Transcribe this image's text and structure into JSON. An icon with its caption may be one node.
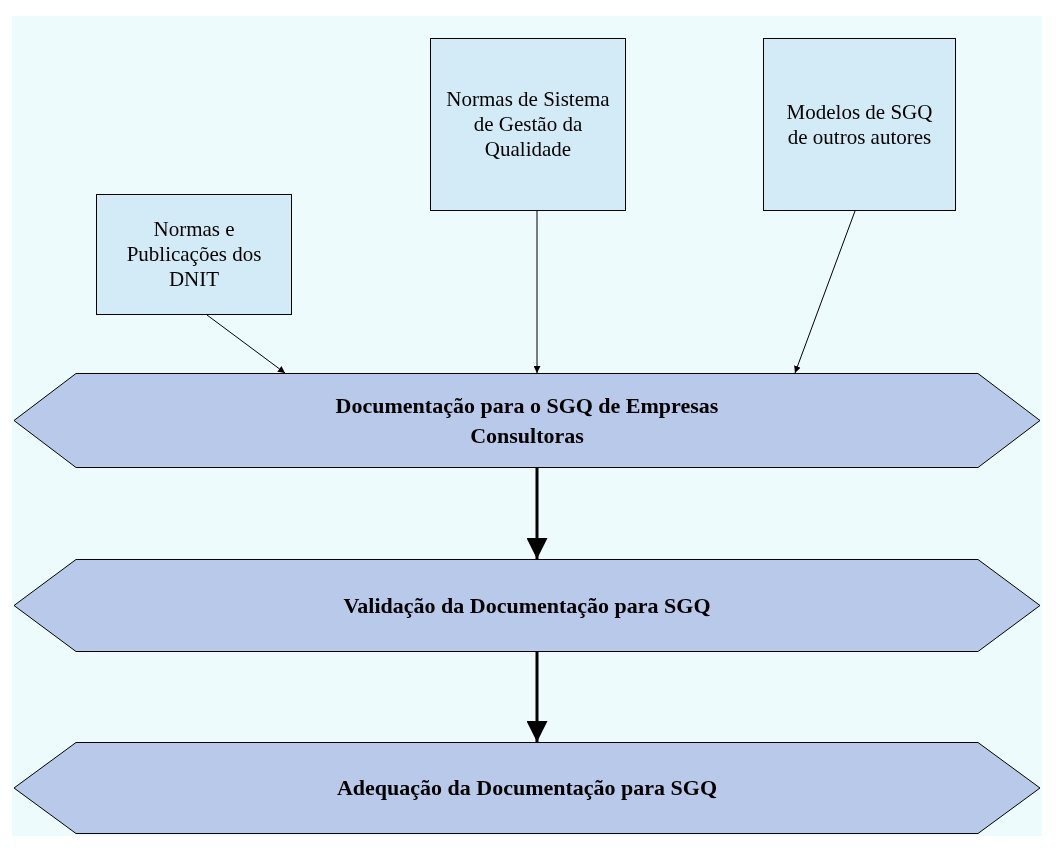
{
  "diagram": {
    "nodes": [
      {
        "text": [
          "Normas e Publicações dos DNIT"
        ]
      },
      {
        "text": [
          "Normas de Sistema de Gestão da Qualidade"
        ]
      },
      {
        "text": [
          "Modelos de SGQ de outros autores"
        ]
      },
      {
        "text": [
          "Documentação para o SGQ de Empresas Consultoras"
        ]
      },
      {
        "text": [
          "Validação da Documentação para SGQ"
        ]
      },
      {
        "text": [
          "Adequação da Documentação para SGQ"
        ]
      }
    ],
    "edges": [
      {
        "from": 0,
        "to": 3,
        "arrow": "to"
      },
      {
        "from": 1,
        "to": 3,
        "arrow": "to"
      },
      {
        "from": 2,
        "to": 3,
        "arrow": "to"
      },
      {
        "from": 3,
        "to": 4,
        "arrow": "to",
        "style": "thick"
      },
      {
        "from": 4,
        "to": 5,
        "arrow": "to",
        "style": "thick"
      }
    ]
  }
}
